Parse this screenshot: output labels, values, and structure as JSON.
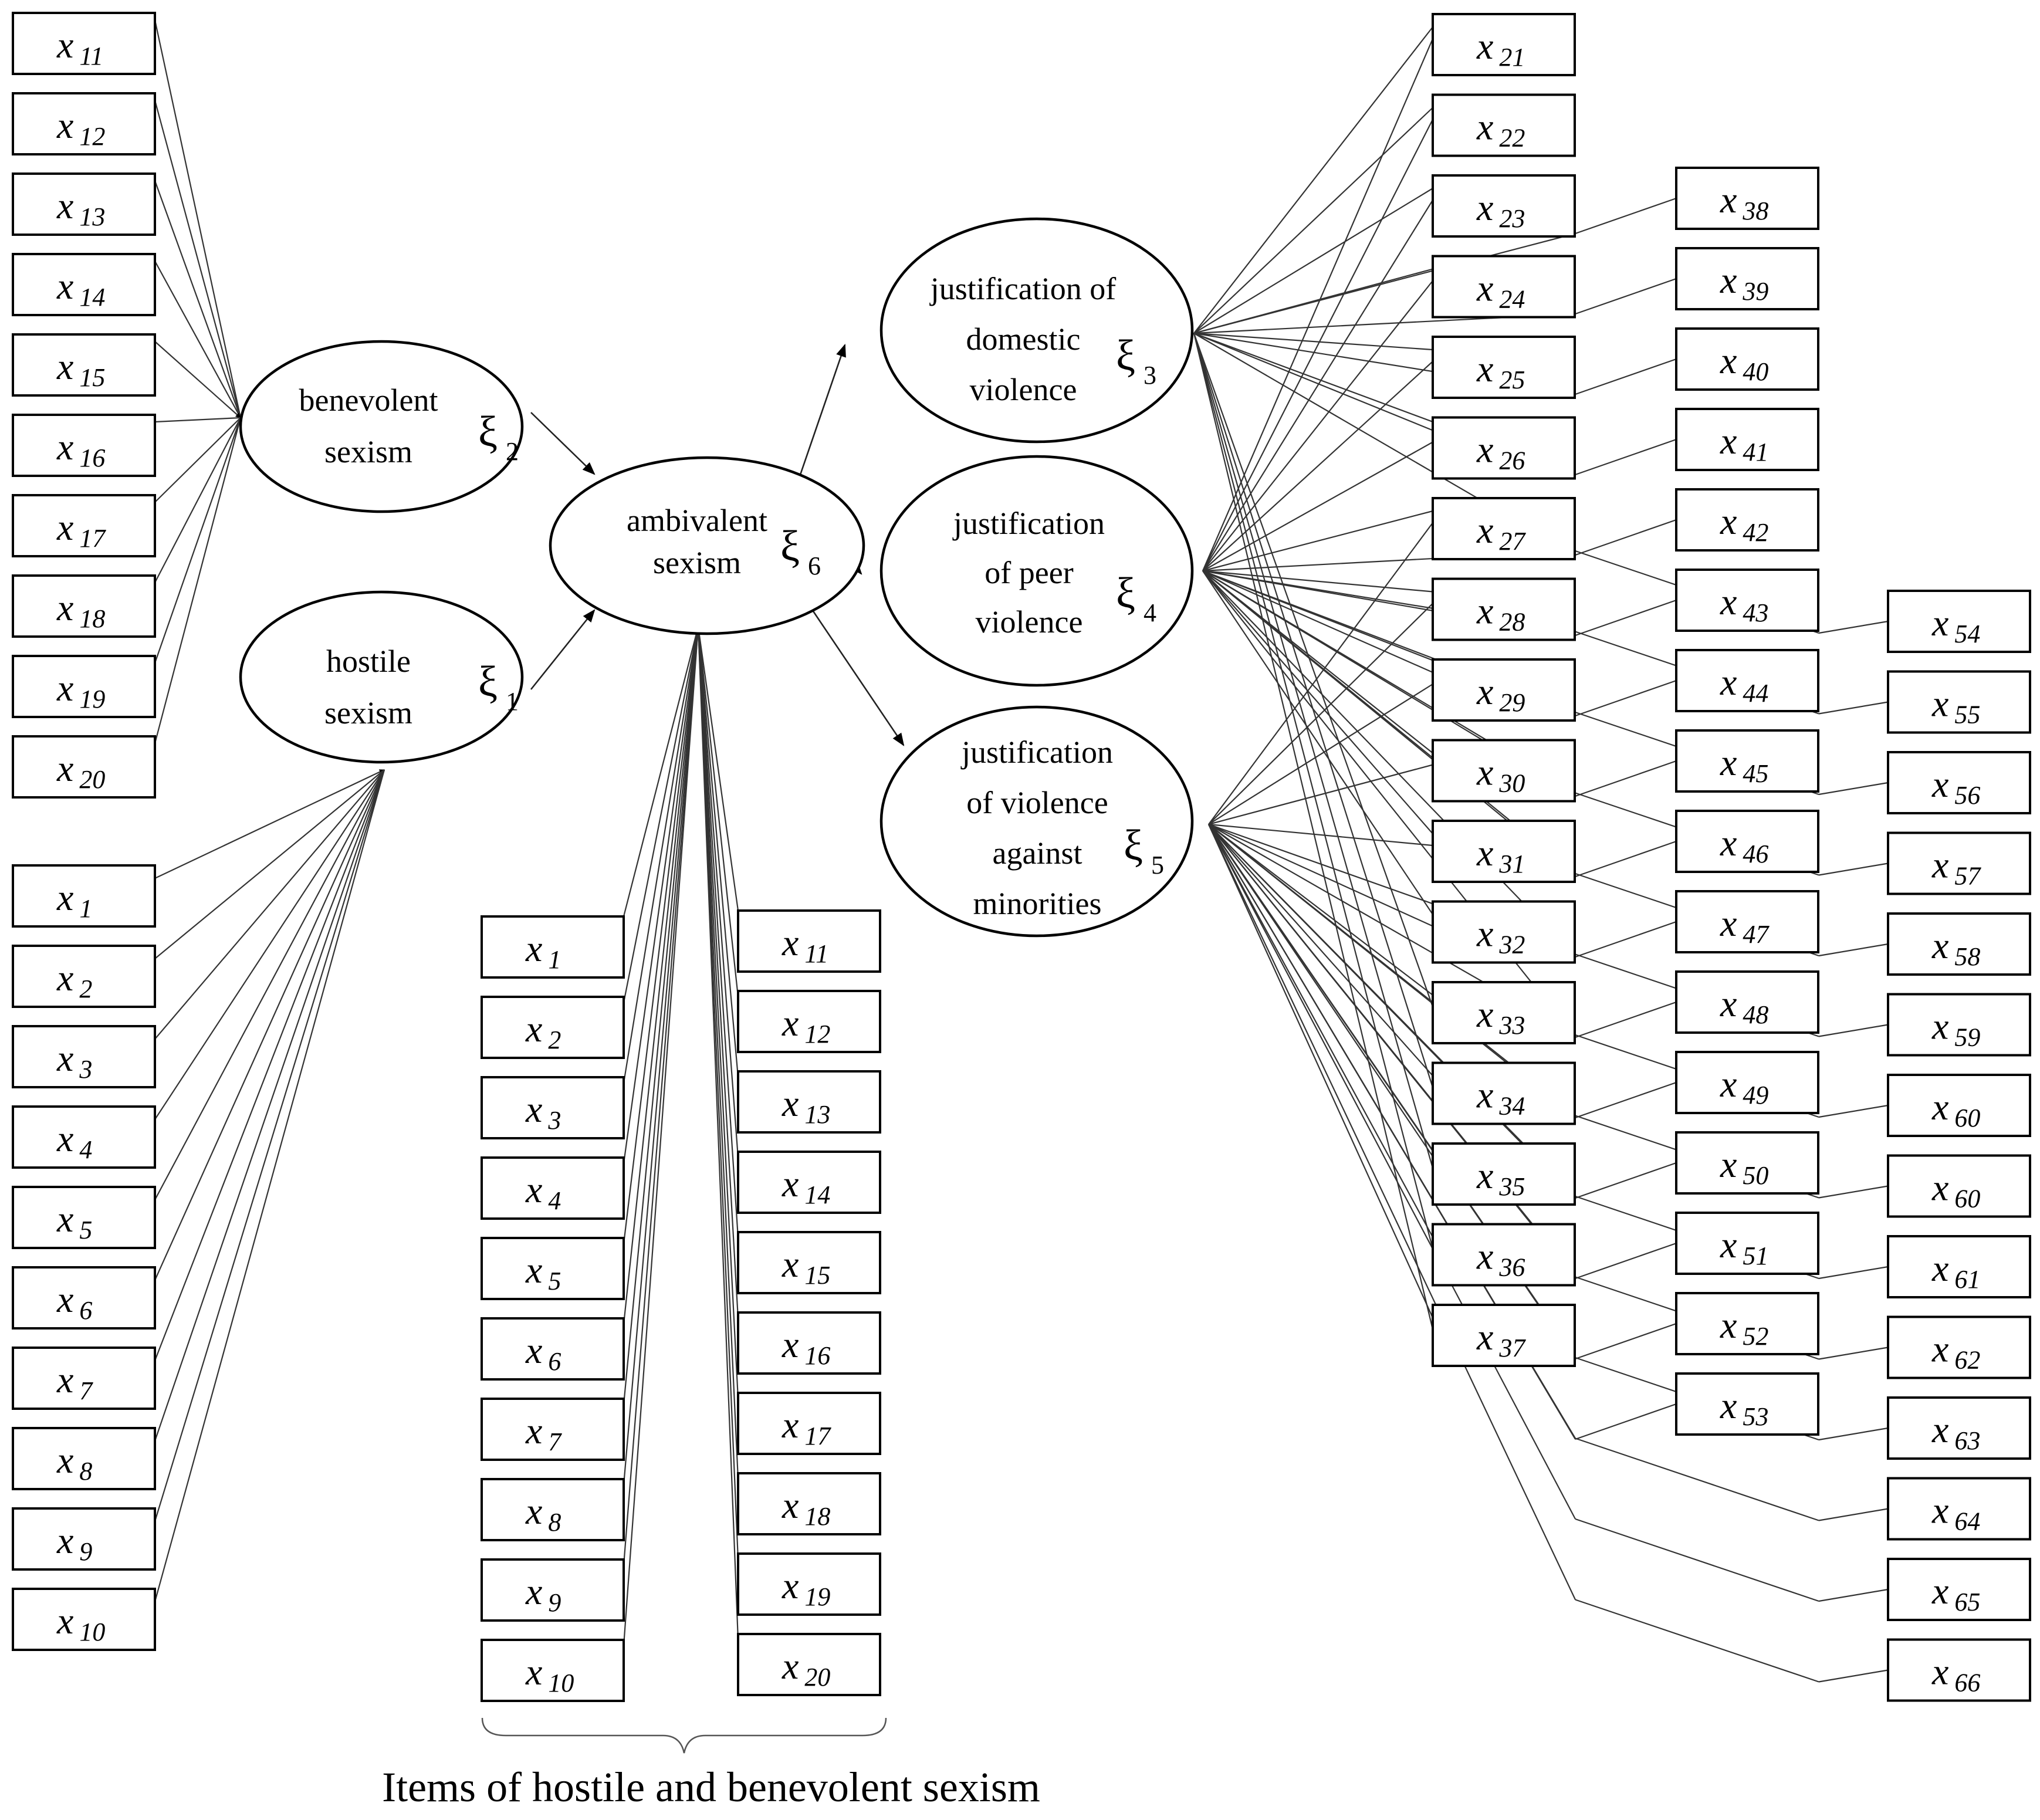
{
  "latent_factors": [
    {
      "id": "f2",
      "label_lines": [
        "benevolent",
        "sexism"
      ],
      "symbol": "ξ",
      "index": "2"
    },
    {
      "id": "f1",
      "label_lines": [
        "hostile",
        "sexism"
      ],
      "symbol": "ξ",
      "index": "1"
    },
    {
      "id": "f6",
      "label_lines": [
        "ambivalent",
        "sexism"
      ],
      "symbol": "ξ",
      "index": "6"
    },
    {
      "id": "f3",
      "label_lines": [
        "justification  of",
        "domestic",
        "violence"
      ],
      "symbol": "ξ",
      "index": "3"
    },
    {
      "id": "f4",
      "label_lines": [
        "justification",
        "of peer",
        "violence"
      ],
      "symbol": "ξ",
      "index": "4"
    },
    {
      "id": "f5",
      "label_lines": [
        "justification",
        "of violence",
        "against",
        "minorities"
      ],
      "symbol": "ξ",
      "index": "5"
    }
  ],
  "indicator_groups": {
    "benevolent_items": [
      "11",
      "12",
      "13",
      "14",
      "15",
      "16",
      "17",
      "18",
      "19",
      "20"
    ],
    "hostile_items": [
      "1",
      "2",
      "3",
      "4",
      "5",
      "6",
      "7",
      "8",
      "9",
      "10"
    ],
    "ambivalent_left_items": [
      "1",
      "2",
      "3",
      "4",
      "5",
      "6",
      "7",
      "8",
      "9",
      "10"
    ],
    "ambivalent_right_items": [
      "11",
      "12",
      "13",
      "14",
      "15",
      "16",
      "17",
      "18",
      "19",
      "20"
    ],
    "violence_col1": [
      "21",
      "22",
      "23",
      "24",
      "25",
      "26",
      "27",
      "28",
      "29",
      "30",
      "31",
      "32",
      "33",
      "34",
      "35",
      "36",
      "37"
    ],
    "violence_col2": [
      "38",
      "39",
      "40",
      "41",
      "42",
      "43",
      "44",
      "45",
      "46",
      "47",
      "48",
      "49",
      "50",
      "51",
      "52",
      "53"
    ],
    "violence_col3": [
      "54",
      "55",
      "56",
      "57",
      "58",
      "59",
      "60",
      "60",
      "61",
      "62",
      "63",
      "64",
      "65",
      "66"
    ]
  },
  "item_symbol": "x",
  "caption": "Items of hostile and benevolent sexism"
}
